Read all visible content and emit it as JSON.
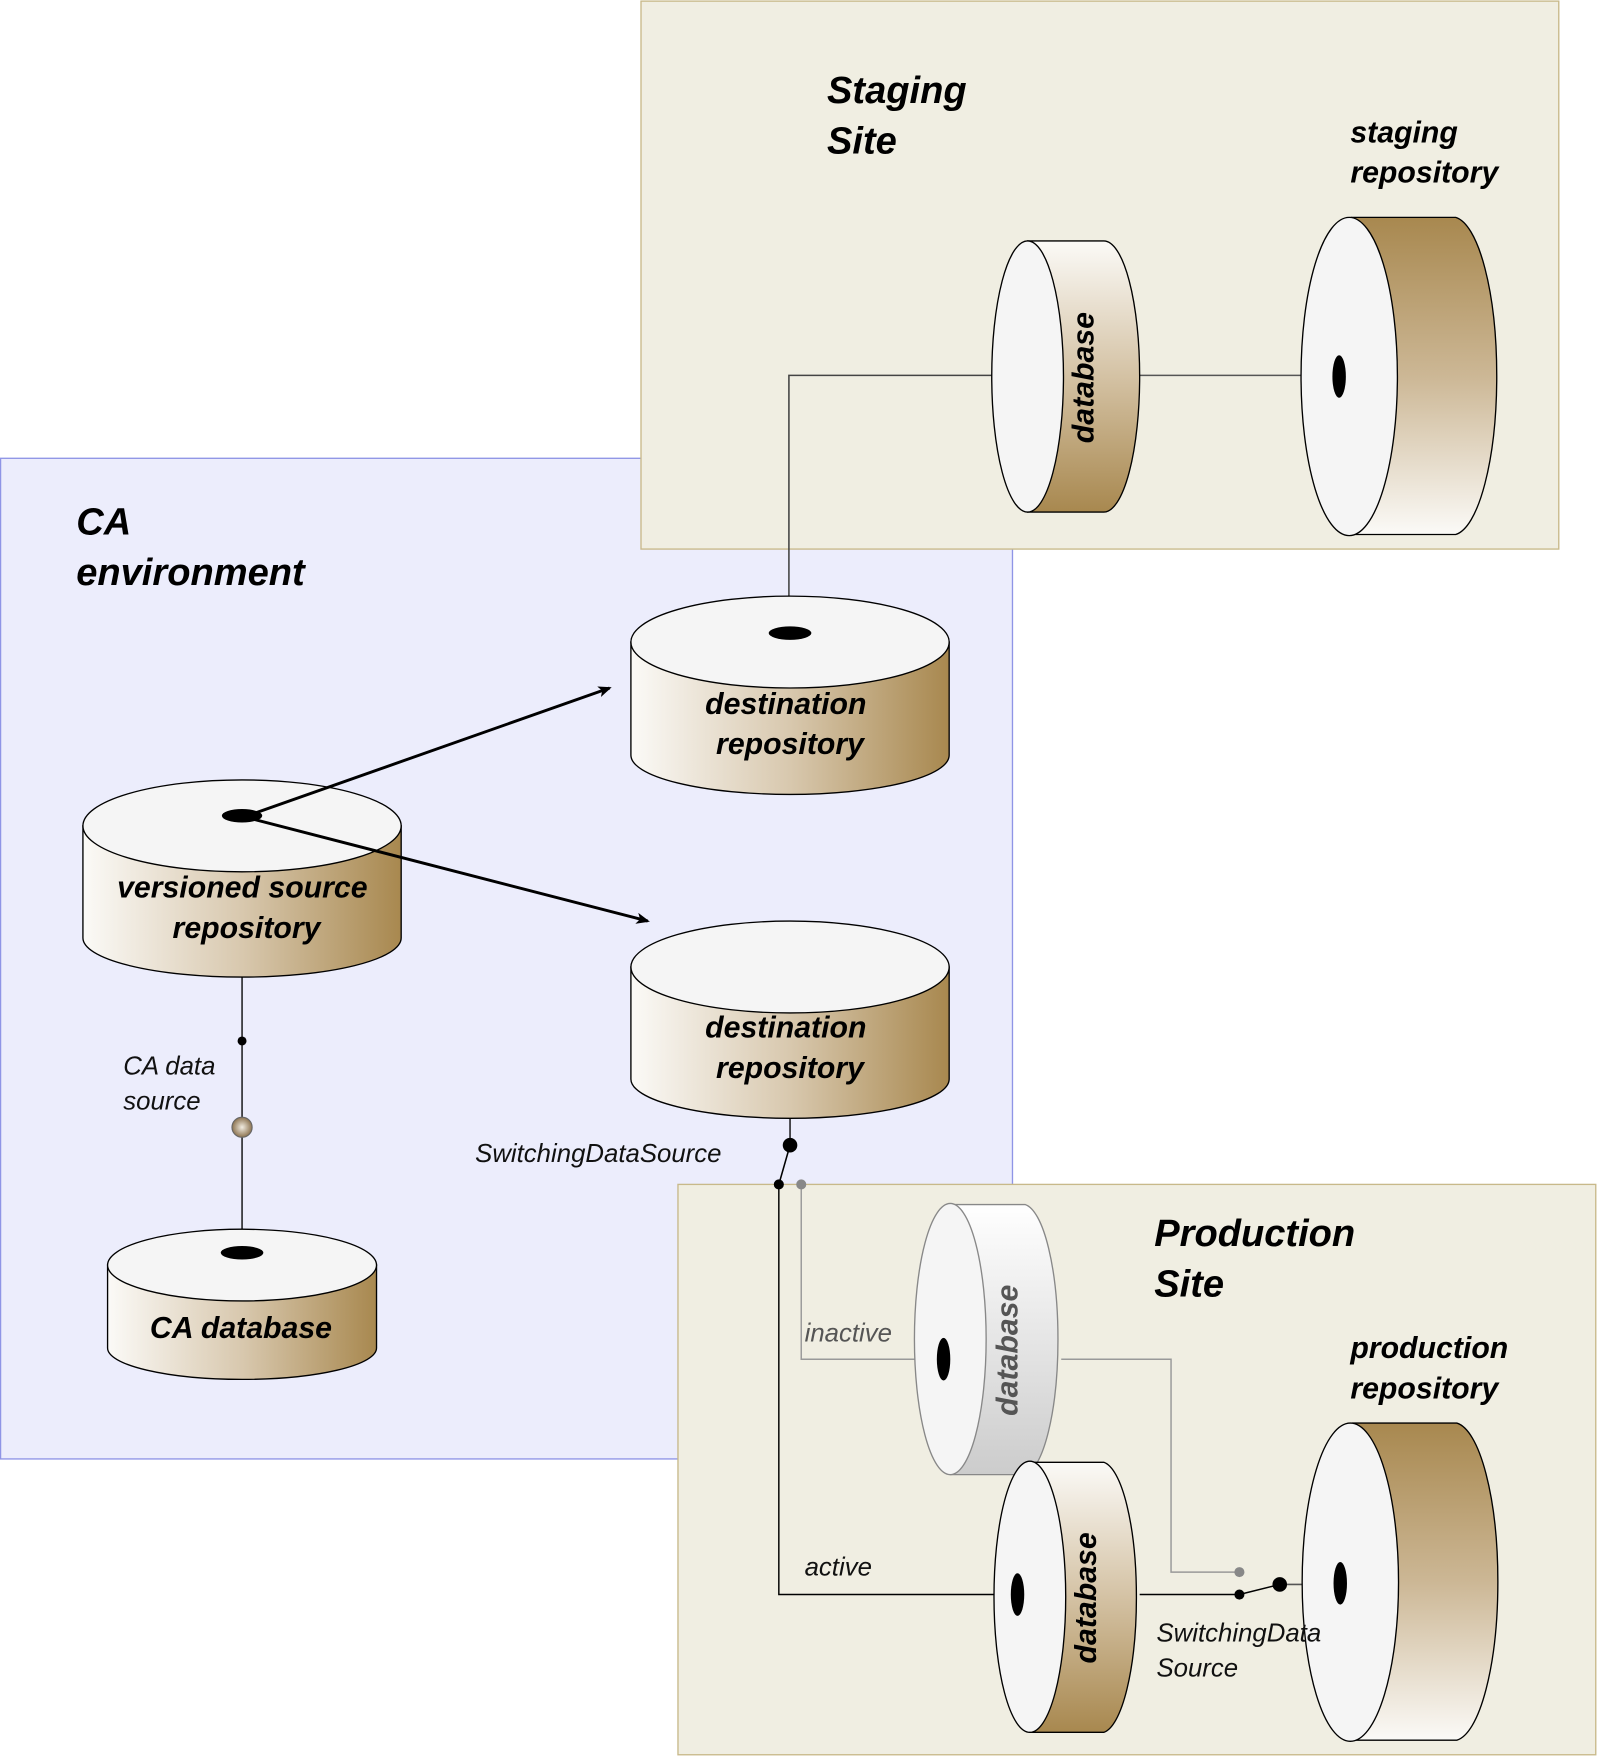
{
  "zones": {
    "staging": {
      "title_line1": "Staging",
      "title_line2": "Site",
      "fill": "#f0eee2",
      "border": "#c8b98a"
    },
    "ca": {
      "title_line1": "CA",
      "title_line2": "environment",
      "fill": "#ecedfc",
      "border": "#8f95e6"
    },
    "production": {
      "title_line1": "Production",
      "title_line2": "Site",
      "fill": "#f0eee2",
      "border": "#c8b98a"
    }
  },
  "nodes": {
    "versioned_source": {
      "line1": "versioned source",
      "line2": "repository"
    },
    "destination_top": {
      "line1": "destination",
      "line2": "repository"
    },
    "destination_bottom": {
      "line1": "destination",
      "line2": "repository"
    },
    "ca_database": {
      "line1": "CA database"
    },
    "staging_database": {
      "label": "database"
    },
    "staging_repository": {
      "line1": "staging",
      "line2": "repository"
    },
    "production_database_inactive": {
      "label": "database"
    },
    "production_database_active": {
      "label": "database"
    },
    "production_repository": {
      "line1": "production",
      "line2": "repository"
    }
  },
  "connectors": {
    "ca_data_source": {
      "line1": "CA data",
      "line2": "source"
    },
    "switching_data_source_ca": {
      "label": "SwitchingDataSource"
    },
    "inactive": {
      "label": "inactive"
    },
    "active": {
      "label": "active"
    },
    "switching_data_source_prod": {
      "line1": "SwitchingData",
      "line2": "Source"
    }
  },
  "colors": {
    "cylinder_brown": "#a8884f",
    "cylinder_light": "#fbfaf7",
    "cylinder_top": "#f5f5f5",
    "inactive_gray": "#c8c8c8",
    "line_black": "#000000",
    "line_gray": "#999999"
  }
}
